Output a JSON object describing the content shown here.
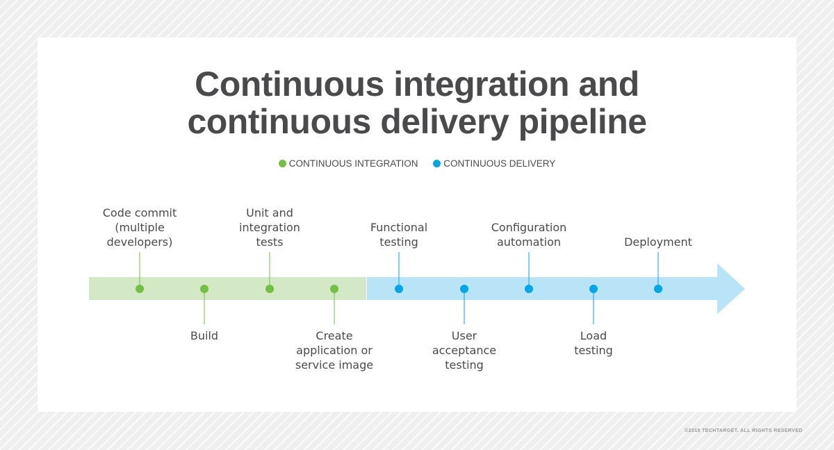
{
  "title": {
    "line1": "Continuous integration and",
    "line2": "continuous delivery pipeline"
  },
  "legend": [
    {
      "label": "CONTINUOUS INTEGRATION",
      "color": "#72bf44"
    },
    {
      "label": "CONTINUOUS DELIVERY",
      "color": "#00a6e8"
    }
  ],
  "colors": {
    "ci_bar": "#d3e8c4",
    "ci_dot": "#72bf44",
    "cd_bar": "#b9e3f7",
    "cd_dot": "#00a6e8"
  },
  "steps": [
    {
      "label": "Code commit\n(multiple\ndevelopers)",
      "phase": "ci",
      "position": "above"
    },
    {
      "label": "Build",
      "phase": "ci",
      "position": "below"
    },
    {
      "label": "Unit and\nintegration\ntests",
      "phase": "ci",
      "position": "above"
    },
    {
      "label": "Create\napplication or\nservice image",
      "phase": "ci",
      "position": "below"
    },
    {
      "label": "Functional\ntesting",
      "phase": "cd",
      "position": "above"
    },
    {
      "label": "User\nacceptance\ntesting",
      "phase": "cd",
      "position": "below"
    },
    {
      "label": "Configuration\nautomation",
      "phase": "cd",
      "position": "above"
    },
    {
      "label": "Load\ntesting",
      "phase": "cd",
      "position": "below"
    },
    {
      "label": "Deployment",
      "phase": "cd",
      "position": "above"
    }
  ],
  "copyright": "©2018 TECHTARGET. ALL RIGHTS RESERVED"
}
